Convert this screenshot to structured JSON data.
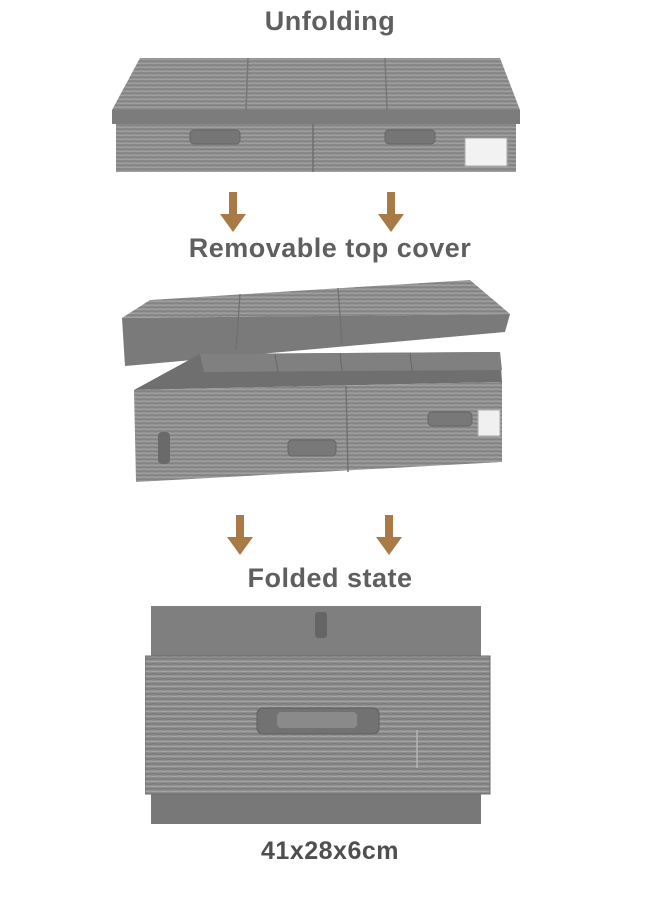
{
  "labels": {
    "unfolding": "Unfolding",
    "removable_top_cover": "Removable top cover",
    "folded_state": "Folded state",
    "dimensions": "41x28x6cm"
  },
  "colors": {
    "text": "#5f5f5f",
    "arrow": "#a97a45",
    "fabric_light": "#9a9a9a",
    "fabric_mid": "#858585",
    "fabric_dark": "#6e6e6e",
    "interior": "#7b7b7b"
  }
}
